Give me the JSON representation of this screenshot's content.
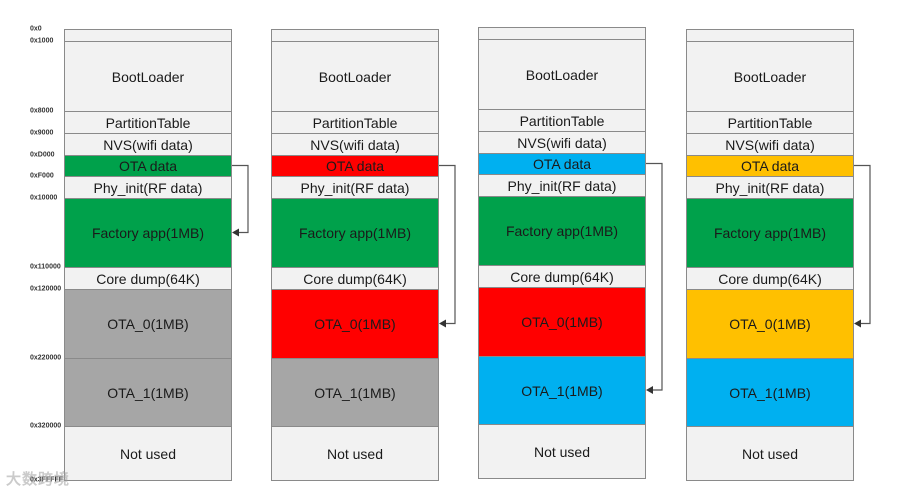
{
  "addresses": [
    "0x0",
    "0x1000",
    "0x8000",
    "0x9000",
    "0xD000",
    "0xF000",
    "0x10000",
    "0x110000",
    "0x120000",
    "0x220000",
    "0x320000",
    "0x3FFFFF"
  ],
  "labels": {
    "blank": "",
    "bootloader": "BootLoader",
    "partition_table": "PartitionTable",
    "nvs": "NVS(wifi data)",
    "ota_data": "OTA data",
    "phy_init": "Phy_init(RF data)",
    "factory": "Factory app(1MB)",
    "core_dump": "Core dump(64K)",
    "ota0": "OTA_0(1MB)",
    "ota1": "OTA_1(1MB)",
    "not_used": "Not used"
  },
  "colors": {
    "white": "#f2f2f2",
    "green": "#00a14b",
    "gray": "#a6a6a6",
    "red": "#ff0000",
    "blue": "#00b0f0",
    "orange": "#ffc000"
  },
  "columns": [
    {
      "ota_data_color": "green",
      "factory_color": "green",
      "ota0_color": "gray",
      "ota1_color": "gray",
      "arrow_target": "factory"
    },
    {
      "ota_data_color": "red",
      "factory_color": "green",
      "ota0_color": "red",
      "ota1_color": "gray",
      "arrow_target": "ota0"
    },
    {
      "ota_data_color": "blue",
      "factory_color": "green",
      "ota0_color": "red",
      "ota1_color": "blue",
      "arrow_target": "ota1"
    },
    {
      "ota_data_color": "orange",
      "factory_color": "green",
      "ota0_color": "orange",
      "ota1_color": "blue",
      "arrow_target": "ota0"
    }
  ],
  "watermark": "大数跨境"
}
